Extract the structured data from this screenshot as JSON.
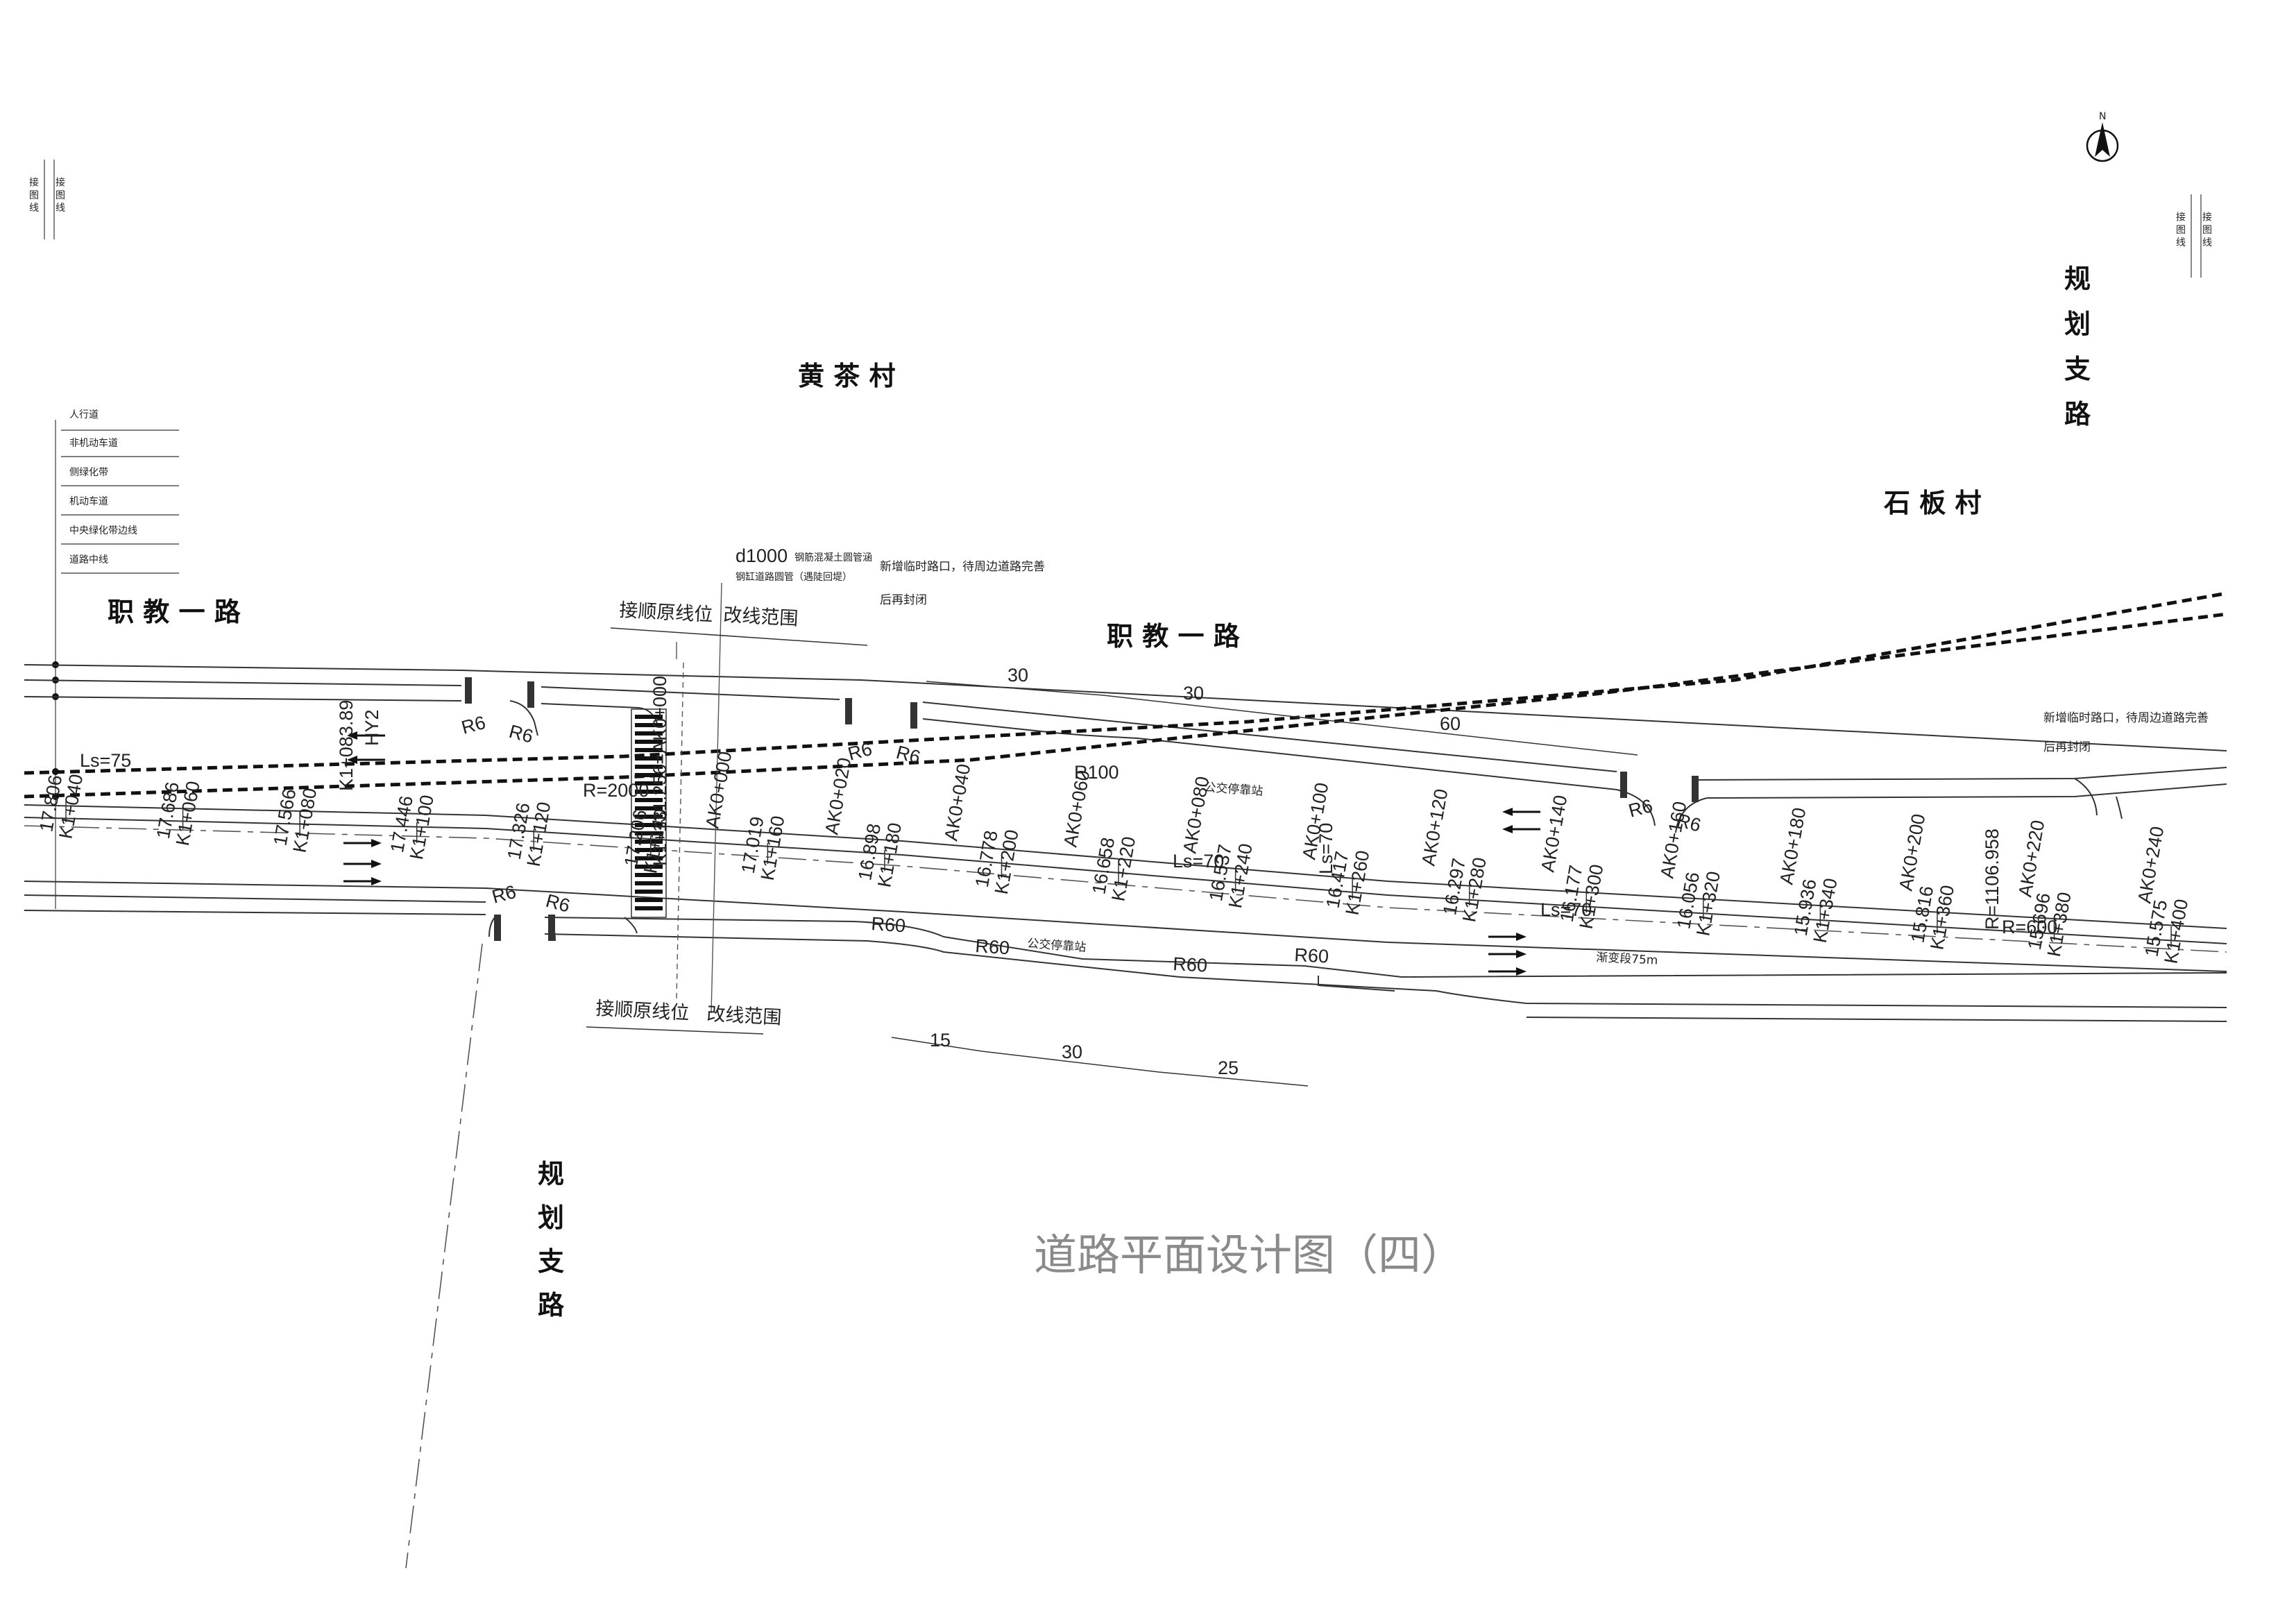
{
  "legend": {
    "rows": [
      "人行道",
      "非机动车道",
      "侧绿化带",
      "机动车道",
      "中央绿化带边线",
      "道路中线"
    ]
  },
  "match_line": {
    "left_a": "接\n图\n线",
    "left_b": "接\n图\n线",
    "right_a": "接\n图\n线",
    "right_b": "接\n图\n线"
  },
  "north_label": "N",
  "place_names": {
    "huangcha": "黄 茶 村",
    "shiban": "石 板 村",
    "road_left": "职 教 一 路",
    "road_mid": "职 教 一 路",
    "branch_top": [
      "规",
      "划",
      "支",
      "路"
    ],
    "branch_bottom": [
      "规",
      "划",
      "支",
      "路"
    ]
  },
  "drawing_title": "道路平面设计图（四）",
  "notes": {
    "pipe_dia": "d1000",
    "pipe_a": "钢筋混凝土圆管涵",
    "pipe_b": "钢缸道路圆管（遇陡回堤）",
    "new_opening_1a": "新增临时路口，待周边道路完善",
    "new_opening_1b": "后再封闭",
    "new_opening_2a": "新增临时路口，待周边道路完善",
    "new_opening_2b": "后再封闭",
    "tie_in_top": "接顺原线位",
    "change_range_top": "改线范围",
    "tie_in_bottom": "接顺原线位",
    "change_range_bottom": "改线范围",
    "bus_stop_top": "公交停靠站",
    "bus_stop_bottom": "公交停靠站",
    "gradient": "渐变段75m"
  },
  "curve_labels": {
    "ls75": "Ls=75",
    "r2000": "R=2000",
    "hy2": "HY2",
    "k1_083": "K1+083.89",
    "ls70a": "Ls=70",
    "ls70b": "Ls=70",
    "ls70c": "Ls=70",
    "r1106": "R=1106.958",
    "r600": "R=600",
    "r100": "R100",
    "r60a": "R60",
    "r60b": "R60",
    "r60c": "R60",
    "r60d": "R60",
    "r6": "R6"
  },
  "dimensions": {
    "top": [
      "30",
      "30",
      "60"
    ],
    "bottom": [
      "15",
      "30",
      "25"
    ]
  },
  "main_stations": [
    {
      "name": "K1+040",
      "elev": "17.806"
    },
    {
      "name": "K1+060",
      "elev": "17.686"
    },
    {
      "name": "K1+080",
      "elev": "17.566"
    },
    {
      "name": "K1+100",
      "elev": "17.446"
    },
    {
      "name": "K1+120",
      "elev": "17.326"
    },
    {
      "name": "K1+140",
      "elev": "17.206"
    },
    {
      "name": "K1+160",
      "elev": "17.019"
    },
    {
      "name": "K1+180",
      "elev": "16.898"
    },
    {
      "name": "K1+200",
      "elev": "16.778"
    },
    {
      "name": "K1+220",
      "elev": "16.658"
    },
    {
      "name": "K1+240",
      "elev": "16.537"
    },
    {
      "name": "K1+260",
      "elev": "16.417"
    },
    {
      "name": "K1+280",
      "elev": "16.297"
    },
    {
      "name": "K1+300",
      "elev": "16.177"
    },
    {
      "name": "K1+320",
      "elev": "16.056"
    },
    {
      "name": "K1+340",
      "elev": "15.936"
    },
    {
      "name": "K1+360",
      "elev": "15.816"
    },
    {
      "name": "K1+380",
      "elev": "15.696"
    },
    {
      "name": "K1+400",
      "elev": "15.575"
    }
  ],
  "ak_stations": [
    "AK0+000",
    "AK0+020",
    "AK0+040",
    "AK0+060",
    "AK0+080",
    "AK0+100",
    "AK0+120",
    "AK0+140",
    "AK0+160",
    "AK0+180",
    "AK0+200",
    "AK0+220",
    "AK0+240"
  ],
  "crossing_label": "K1+131.256=AK0+000"
}
